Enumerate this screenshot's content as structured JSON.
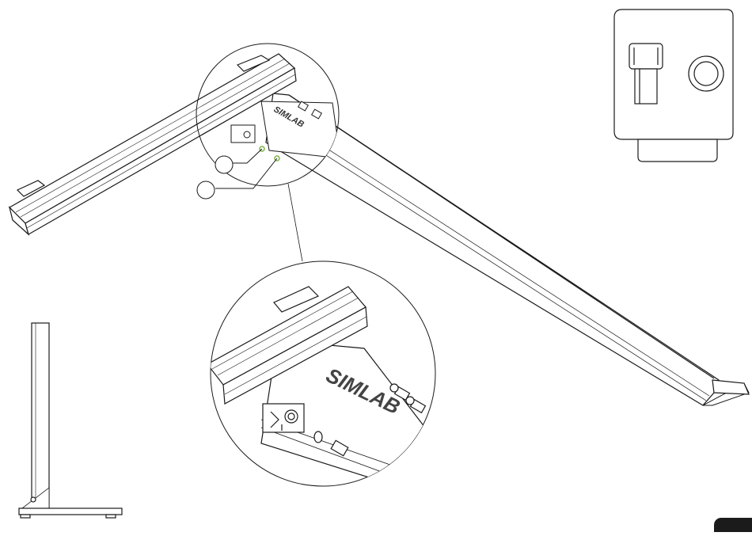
{
  "diagram": {
    "logo_text": "SIMLAB",
    "callouts": [
      {
        "id": "callout-1",
        "label": ""
      },
      {
        "id": "callout-2",
        "label": ""
      }
    ],
    "colors": {
      "line": "#1a1a1a",
      "fill": "#ffffff",
      "screw_highlight": "#7ab648",
      "page_tab": "#1b1b1b"
    }
  }
}
